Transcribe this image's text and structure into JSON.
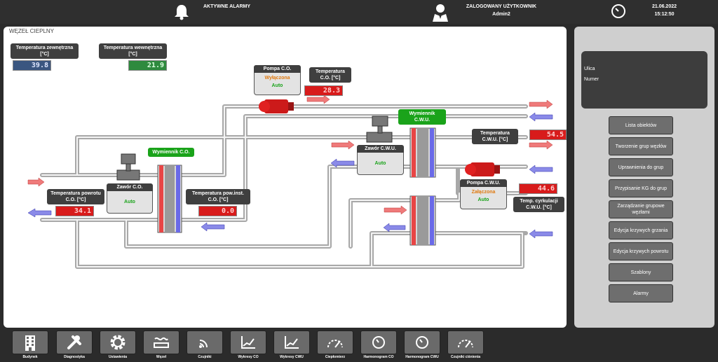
{
  "header": {
    "alarms_label": "AKTYWNE ALARMY",
    "user_label": "ZALOGOWANY UŻYTKOWNIK",
    "user_name": "Admin2",
    "date": "21.06.2022",
    "time": "15:12:50"
  },
  "main": {
    "title": "WĘZEŁ CIEPLNY",
    "temp_ext_label": "Temperatura zewnętrzna [°C]",
    "temp_ext_value": "39.8",
    "temp_int_label": "Temperatura wewnętrzna [°C]",
    "temp_int_value": "21.9",
    "pump_co": {
      "title": "Pompa C.O.",
      "state": "Wyłączona",
      "mode": "Auto"
    },
    "temp_co_label": "Temperatura C.O. [°C]",
    "temp_co_value": "28.3",
    "exchanger_cwu": "Wymiennik C.W.U.",
    "temp_cwu_label": "Temperatura C.W.U. [°C]",
    "temp_cwu_value": "54.5",
    "valve_cwu": {
      "title": "Zawór C.W.U.",
      "mode": "Auto"
    },
    "exchanger_co": "Wymiennik C.O.",
    "valve_co": {
      "title": "Zawór C.O.",
      "mode": "Auto"
    },
    "temp_return_label": "Temperatura powrotu C.O. [°C]",
    "temp_return_value": "34.1",
    "temp_pow_inst_label": "Temperatura pow.inst. C.O. [°C]",
    "temp_pow_inst_value": "0.0",
    "pump_cwu": {
      "title": "Pompa C.W.U.",
      "state": "Załączona",
      "mode": "Auto"
    },
    "temp_circ_label": "Temp. cyrkulacji C.W.U. [°C]",
    "temp_circ_value": "44.6"
  },
  "sidebar": {
    "info_ulica": "Ulica",
    "info_numer": "Numer",
    "buttons": [
      "Lista obiektów",
      "Tworzenie grup węzłów",
      "Uprawnienia do grup",
      "Przypisanie KG do grup",
      "Zarządzanie grupowe węzłami",
      "Edycja krzywych grzania",
      "Edycja krzywych powrotu",
      "Szablony",
      "Alarmy"
    ]
  },
  "bottom": {
    "items": [
      {
        "label": "Budynek",
        "icon": "building-icon"
      },
      {
        "label": "Diagnostyka",
        "icon": "tools-icon"
      },
      {
        "label": "Ustawienia",
        "icon": "gear-icon"
      },
      {
        "label": "Węzeł",
        "icon": "heat-node-icon"
      },
      {
        "label": "Czujniki",
        "icon": "sensor-icon"
      },
      {
        "label": "Wykresy CO",
        "icon": "chart-co-icon"
      },
      {
        "label": "Wykresy CWU",
        "icon": "chart-cwu-icon"
      },
      {
        "label": "Ciepłomierz",
        "icon": "heatmeter-icon"
      },
      {
        "label": "Harmonogram CO",
        "icon": "clock-co-icon"
      },
      {
        "label": "Harmonogram CWU",
        "icon": "clock-cwu-icon"
      },
      {
        "label": "Czujniki ciśnienia",
        "icon": "pressure-gauge-icon"
      }
    ]
  },
  "colors": {
    "hot": "#e03030",
    "cold": "#4a4ad8",
    "green": "#1aa31a"
  }
}
